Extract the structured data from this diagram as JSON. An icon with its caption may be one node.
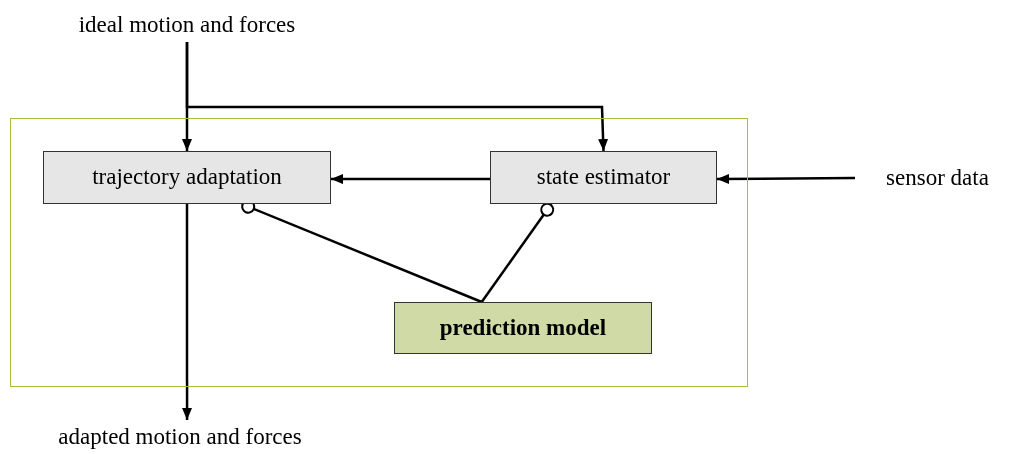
{
  "diagram": {
    "nodes": [
      {
        "text": [],
        "shape": "box"
      },
      {
        "text": [
          "trajectory adaptation"
        ],
        "in": 0
      },
      {
        "text": [
          "state estimator"
        ],
        "in": 0
      },
      {
        "text": [
          "prediction model"
        ],
        "in": 0
      },
      {
        "text": [
          "ideal motion and forces"
        ]
      },
      {
        "text": [
          "sensor data"
        ]
      },
      {
        "text": [
          "adapted motion and forces"
        ]
      }
    ],
    "edges": [
      {
        "from": 4,
        "to": 1,
        "arrow": "to"
      },
      {
        "from": 4,
        "to": 2,
        "arrow": "to"
      },
      {
        "from": 2,
        "to": 1,
        "arrow": "to"
      },
      {
        "from": 5,
        "to": 2,
        "arrow": "to"
      },
      {
        "from": 1,
        "to": 6,
        "arrow": "to"
      },
      {
        "from": 3,
        "to": 1,
        "arrow": "other"
      },
      {
        "from": 3,
        "to": 2,
        "arrow": "other"
      }
    ]
  }
}
